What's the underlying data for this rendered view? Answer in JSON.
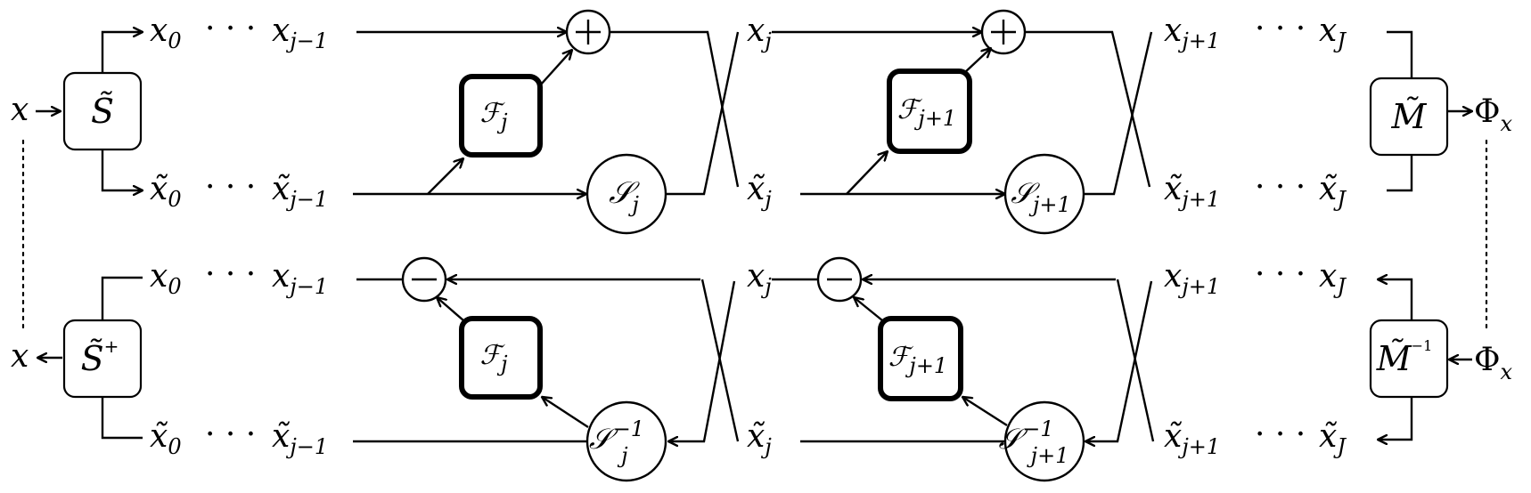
{
  "diagram": {
    "forward": {
      "input": "x",
      "output_base": "Φ",
      "output_sub": "x",
      "scatter_op": "S̃",
      "merge_op": "M̃",
      "upper_row": {
        "left": {
          "base": "x",
          "sub": "0"
        },
        "mid": {
          "base": "x",
          "sub": "j−1"
        },
        "center": {
          "base": "x",
          "sub": "j"
        },
        "right_a": {
          "base": "x",
          "sub": "j+1"
        },
        "right_b": {
          "base": "x",
          "sub": "J"
        }
      },
      "lower_row": {
        "left": {
          "base": "x̃",
          "sub": "0"
        },
        "mid": {
          "base": "x̃",
          "sub": "j−1"
        },
        "center": {
          "base": "x̃",
          "sub": "j"
        },
        "right_a": {
          "base": "x̃",
          "sub": "j+1"
        },
        "right_b": {
          "base": "x̃",
          "sub": "J"
        }
      },
      "blocks": [
        {
          "f_base": "ℱ",
          "f_sub": "j",
          "s_base": "𝒮",
          "s_sub": "j",
          "op": "+"
        },
        {
          "f_base": "ℱ",
          "f_sub": "j+1",
          "s_base": "𝒮",
          "s_sub": "j+1",
          "op": "+"
        }
      ]
    },
    "inverse": {
      "output": "x",
      "input_base": "Φ",
      "input_sub": "x",
      "scatter_op_base": "S̃",
      "scatter_op_sup": "+",
      "merge_op_base": "M̃",
      "merge_op_sup": "−1",
      "upper_row": {
        "left": {
          "base": "x",
          "sub": "0"
        },
        "mid": {
          "base": "x",
          "sub": "j−1"
        },
        "center": {
          "base": "x",
          "sub": "j"
        },
        "right_a": {
          "base": "x",
          "sub": "j+1"
        },
        "right_b": {
          "base": "x",
          "sub": "J"
        }
      },
      "lower_row": {
        "left": {
          "base": "x̃",
          "sub": "0"
        },
        "mid": {
          "base": "x̃",
          "sub": "j−1"
        },
        "center": {
          "base": "x̃",
          "sub": "j"
        },
        "right_a": {
          "base": "x̃",
          "sub": "j+1"
        },
        "right_b": {
          "base": "x̃",
          "sub": "J"
        }
      },
      "blocks": [
        {
          "f_base": "ℱ",
          "f_sub": "j",
          "s_base": "𝒮",
          "s_sub": "j",
          "s_sup": "−1",
          "op": "−"
        },
        {
          "f_base": "ℱ",
          "f_sub": "j+1",
          "s_base": "𝒮",
          "s_sub": "j+1",
          "s_sup": "−1",
          "op": "−"
        }
      ]
    },
    "ellipsis": "· · ·"
  }
}
